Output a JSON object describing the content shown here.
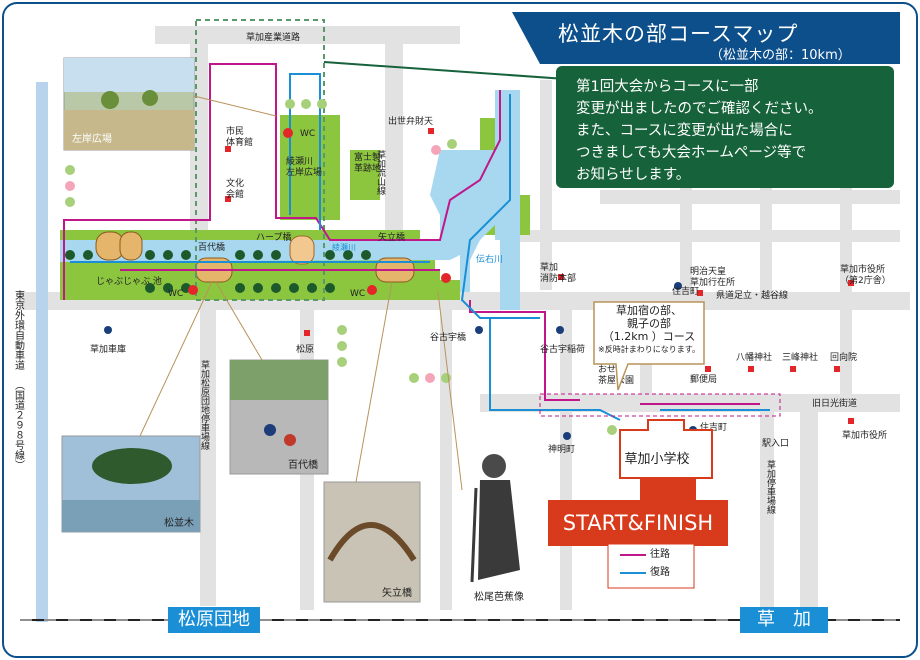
{
  "header": {
    "title": "松並木の部コースマップ",
    "subtitle": "（松並木の部：10km）",
    "bg_color": "#0d4f8b"
  },
  "notice": {
    "lines": [
      "第1回大会からコースに一部",
      "変更が出ましたのでご確認ください。",
      "また、コースに変更が出た場合に",
      "つきましても大会ホームページ等で",
      "お知らせします。"
    ],
    "bg_color": "#16623a"
  },
  "sub_course": {
    "line1": "草加宿の部、",
    "line2": "親子の部",
    "line3": "（1.2km ）コース",
    "note": "※反時計まわりになります。"
  },
  "start_finish": {
    "label": "START&FINISH",
    "color": "#d83a1c"
  },
  "school": {
    "label": "草加小学校"
  },
  "legend": {
    "outbound": {
      "label": "往路",
      "color": "#c0178a"
    },
    "return": {
      "label": "復路",
      "color": "#1a8fd6"
    }
  },
  "bottom_labels": {
    "left": "松原団地",
    "right": "草　加"
  },
  "places": {
    "sanchou_road": "草加産業道路",
    "shimin_taiikukan": "市民\n体育館",
    "bunka_kaikan": "文化\n会館",
    "ayase_park": "綾瀬川\n左岸広場",
    "fujiseisakujo": "富士製\n革跡地",
    "sakagan": "左岸広場",
    "ryusen": "草加流山線",
    "demise": "出世弁財天",
    "harp_bridge": "ハープ橋",
    "hyakudai_bridge": "百代橋",
    "yatate_bridge": "矢立橋",
    "ayase_river": "綾瀬川",
    "denemon_river": "伝右川",
    "jabujabu": "じゃぶじゃぶ\n池",
    "fire_station": "草加\n消防本部",
    "meiji_tenno": "明治天皇\n草加行在所",
    "sumiyoshi1": "住吉町",
    "city_office2": "草加市役所\n（第2庁舎）",
    "route_kensoka": "県道足立・越谷線",
    "kamisaku": "草加車庫",
    "matsubara": "松原",
    "yagouji_bridge": "谷古宇橋",
    "yagou_inari": "谷古宇稲荷",
    "osen_park": "おせん\n茶屋公園",
    "post": "郵便局",
    "hachiman": "八幡神社",
    "mitsumine": "三峰神社",
    "kaikouin": "回向院",
    "old_nikko": "旧日光街道",
    "city_office": "草加市役所",
    "shinmei": "神明町",
    "sumiyoshi2": "住吉町",
    "ekiiriguchi": "駅入口",
    "gaikan": "東京外環自動車道",
    "route298": "（国道２９８号線）",
    "matsubara_danchi_line": "草加松原団地停車場線",
    "soka_teishaba": "草加停車場線",
    "wc": "WC",
    "photo_matsunamiki": "松並木",
    "photo_hyakudai": "百代橋",
    "photo_yatate": "矢立橋",
    "basho_statue": "松尾芭蕉像"
  }
}
